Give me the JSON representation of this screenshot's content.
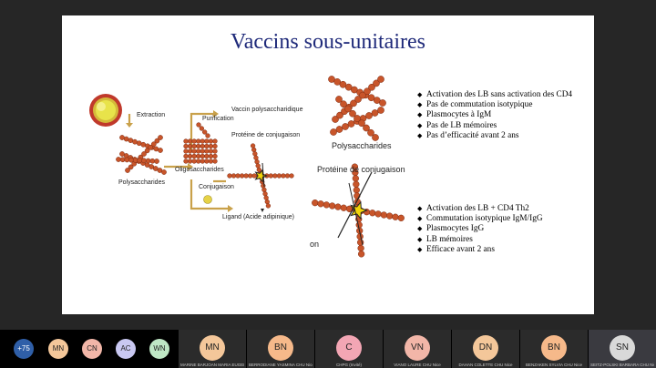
{
  "slide": {
    "title": "Vaccins sous-unitaires",
    "diagram": {
      "extraction": "Extraction",
      "purification": "Purification",
      "vaccin_poly": "Vaccin polysaccharidique",
      "proteine_small": "Protéine de conjugaison",
      "polysaccharides_small": "Polysaccharides",
      "oligosaccharides": "Oligosaccharides",
      "conjugaison": "Conjugaison",
      "ligand": "Ligand (Acide adipinique)",
      "polysaccharides_large": "Polysaccharides",
      "proteine_large": "Protéine de conjugaison",
      "on_fragment": "on"
    },
    "bullets_top": [
      "Activation des LB sans activation des CD4",
      "Pas de commutation isotypique",
      "Plasmocytes à IgM",
      "Pas de LB mémoires",
      "Pas d’efficacité avant 2 ans"
    ],
    "bullets_bottom": [
      "Activation des LB + CD4 Th2",
      "Commutation isotypique IgM/IgG",
      "Plasmocytes IgG",
      "LB mémoires",
      "Efficace avant 2 ans"
    ]
  },
  "participants_bar": {
    "avatars": [
      {
        "label": "+75",
        "color": "#2f5fa8"
      },
      {
        "label": "MN",
        "color": "#f4c79a"
      },
      {
        "label": "CN",
        "color": "#f2b6a8"
      },
      {
        "label": "AC",
        "color": "#c9c8f2"
      },
      {
        "label": "WN",
        "color": "#bfe7c5"
      }
    ],
    "tiles": [
      {
        "initials": "MN",
        "name": "MARINE BARJOAN MARIA EUGENI...",
        "color": "#f4c79a"
      },
      {
        "initials": "BN",
        "name": "BERRODIANE YASMINA CHU Nice",
        "color": "#f6b98a"
      },
      {
        "initials": "C",
        "name": "CHPG (Invité)",
        "color": "#f3a6b4"
      },
      {
        "initials": "VN",
        "name": "VIANO LAURE CHU Nice",
        "color": "#f2b6a8"
      },
      {
        "initials": "DN",
        "name": "DAHAN COLETTE CHU Nice",
        "color": "#f4c79a"
      },
      {
        "initials": "BN",
        "name": "BENZAKEN SYLVIA CHU Nice",
        "color": "#f6b98a"
      },
      {
        "initials": "SN",
        "name": "SEITZ-POLSKI BARBARA CHU Nice",
        "color": "#d9d9d9"
      }
    ]
  }
}
